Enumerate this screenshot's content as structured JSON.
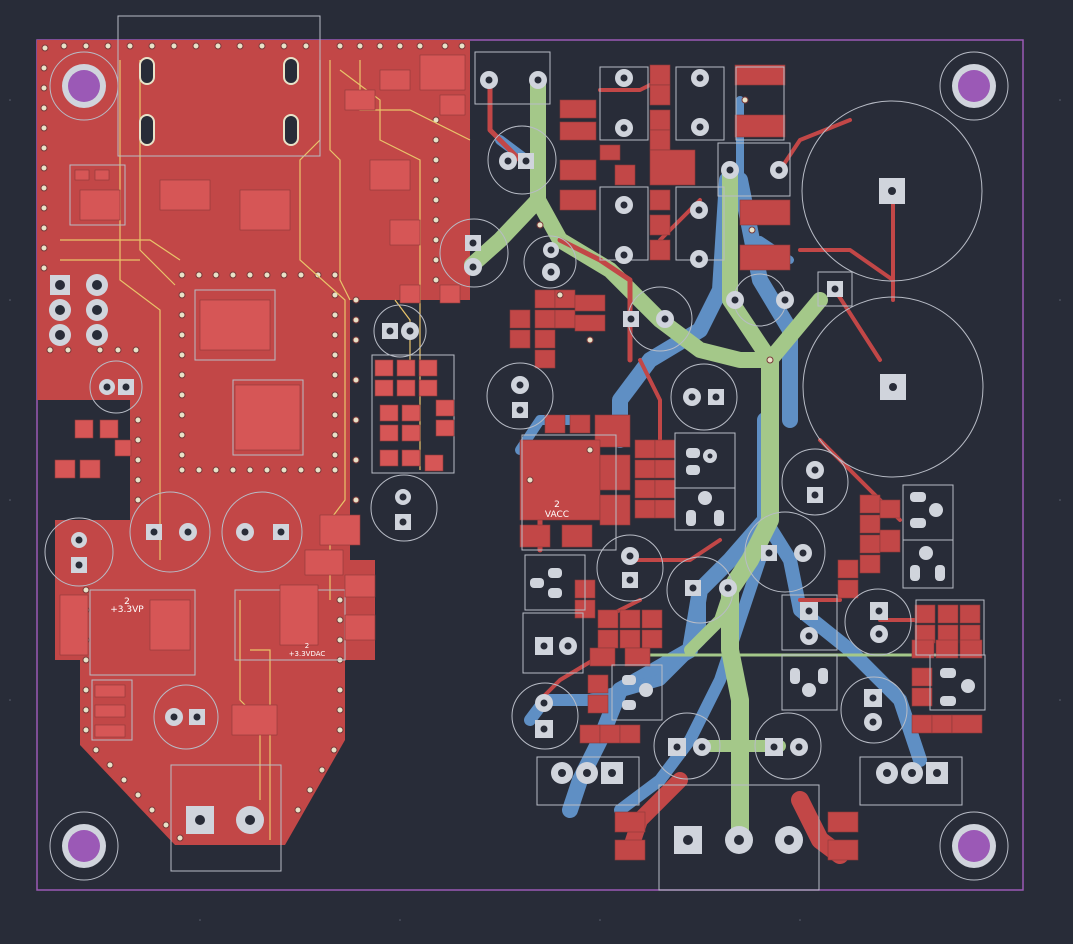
{
  "labels": {
    "vacc_number": "2",
    "vacc_name": "VACC",
    "v33p_number": "2",
    "v33p_name": "+3.3VP",
    "v33dac_number": "2",
    "v33dac_name": "+3.3VDAC"
  },
  "colors": {
    "background": "#282c38",
    "board_outline": "#9b59b6",
    "copper_front": "#c24747",
    "copper_back": "#5f8fc4",
    "copper_inner": "#a4c889",
    "silkscreen": "#d8d8d8",
    "pad": "#d0d4dc",
    "pad_hole": "#282c38",
    "mounting_hole": "#9b59b6",
    "trace_thin": "#e9c46a"
  }
}
